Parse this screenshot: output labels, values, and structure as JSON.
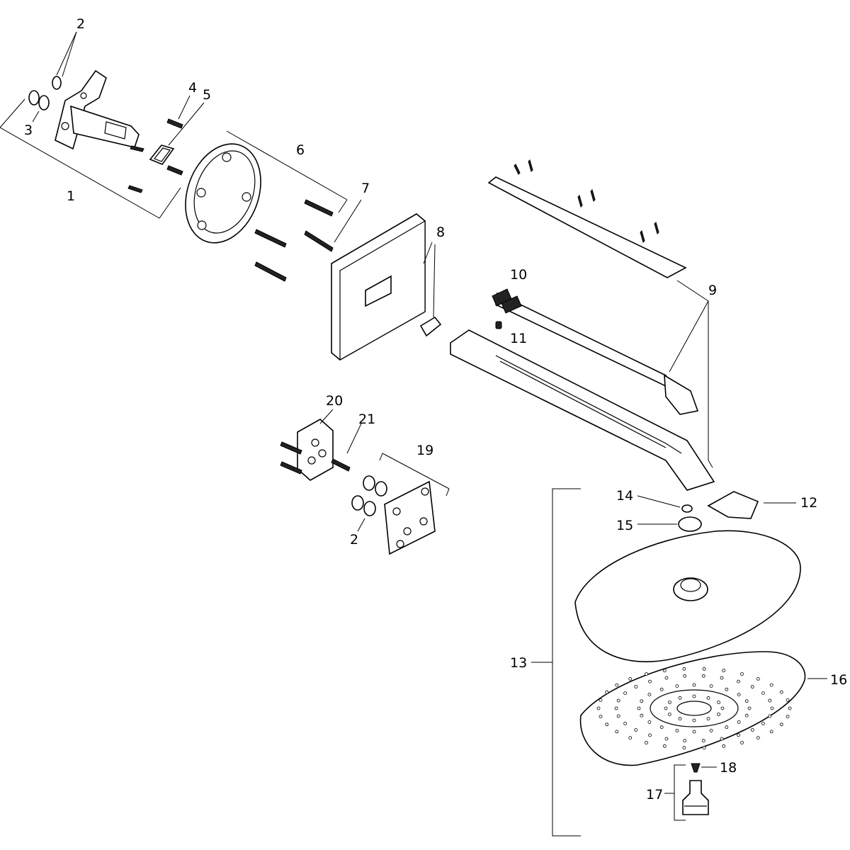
{
  "callouts": {
    "c1": "1",
    "c2a": "2",
    "c2b": "2",
    "c3": "3",
    "c4": "4",
    "c5": "5",
    "c6": "6",
    "c7": "7",
    "c8": "8",
    "c9": "9",
    "c10": "10",
    "c11": "11",
    "c12": "12",
    "c13": "13",
    "c14": "14",
    "c15": "15",
    "c16": "16",
    "c17": "17",
    "c18": "18",
    "c19": "19",
    "c20": "20",
    "c21": "21"
  }
}
